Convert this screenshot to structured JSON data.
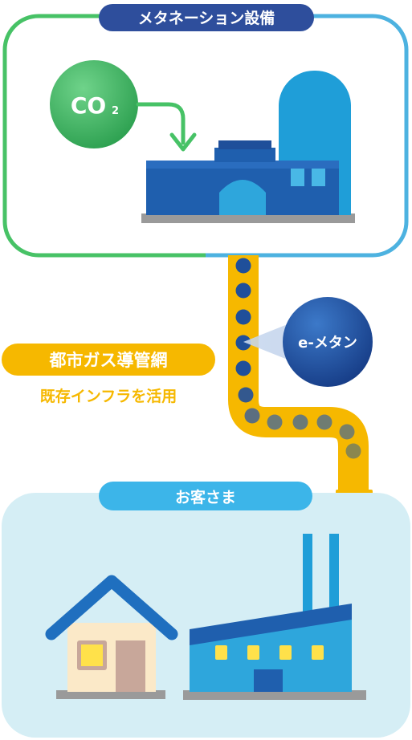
{
  "methanation": {
    "title": "メタネーション設備"
  },
  "co2": {
    "label_main": "CO",
    "label_sub": "2"
  },
  "emethane": {
    "label": "e-メタン"
  },
  "pipeline": {
    "badge": "都市ガス導管網",
    "note": "既存インフラを活用"
  },
  "customer": {
    "title": "お客さま"
  },
  "colors": {
    "green": "#47c266",
    "sky": "#4db2e0",
    "navy": "#2e4e9c",
    "pipe": "#f6b800",
    "factory_blue": "#1f5fae",
    "building_blue": "#2ea6dc",
    "customer_bg": "#d5eef5"
  }
}
